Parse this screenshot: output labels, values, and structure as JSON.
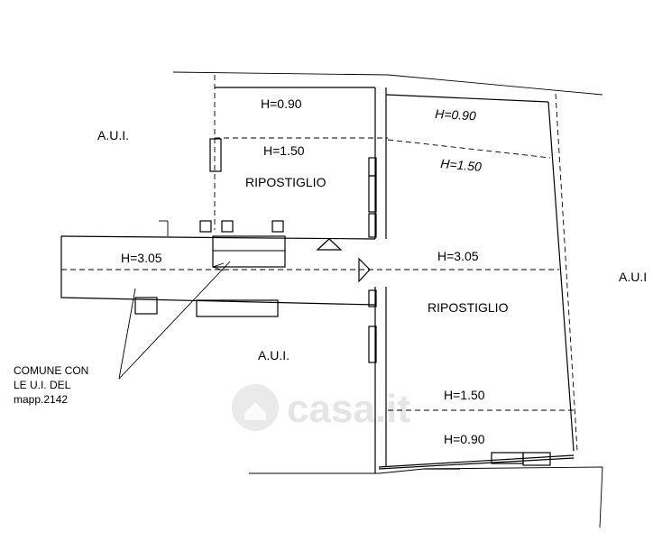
{
  "labels": {
    "aui_top_left": "A.U.I.",
    "aui_right": "A.U.I",
    "aui_bottom": "A.U.I.",
    "h090_top_left": "H=0.90",
    "h150_top_left": "H=1.50",
    "room_top_left": "RIPOSTIGLIO",
    "h090_top_right": "H=0.90",
    "h150_top_right": "H=1.50",
    "h305_left": "H=3.05",
    "h305_right": "H=3.05",
    "room_right": "RIPOSTIGLIO",
    "h150_bottom_right": "H=1.50",
    "h090_bottom_right": "H=0.90",
    "note_line1": "COMUNE CON",
    "note_line2": "LE U.I. DEL",
    "note_line3": "mapp.2142",
    "watermark": "casa.it"
  }
}
